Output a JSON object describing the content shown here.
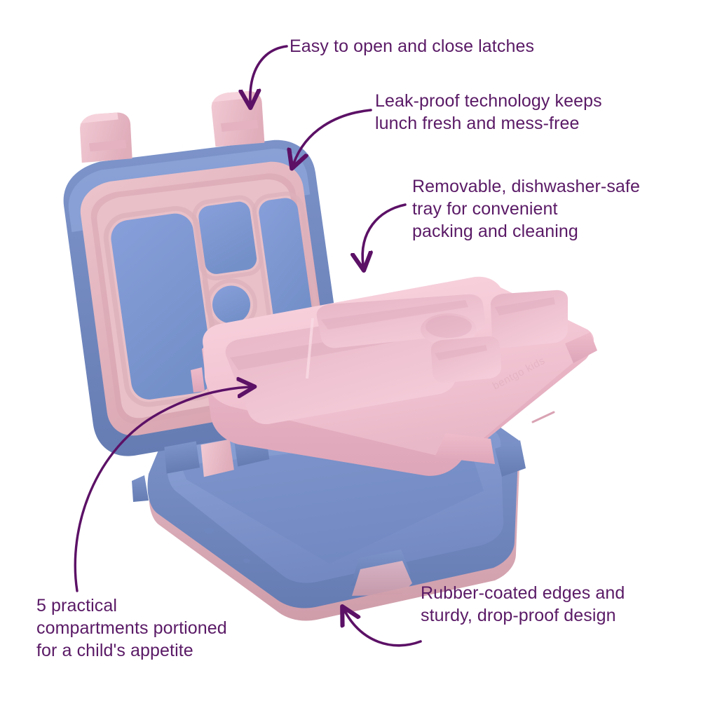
{
  "image": {
    "kind": "product-infographic",
    "product": "kids bento lunch box",
    "brand_emboss": "bentgo kids",
    "background_color": "#ffffff"
  },
  "palette": {
    "text_purple": "#5a1a66",
    "arrow_purple": "#5c1166",
    "tray_pink": "#f4c8d6",
    "tray_pink_dark": "#e3afc0",
    "gasket_pink": "#e7bcc4",
    "gasket_pink_dark": "#d5a3ad",
    "shell_blue": "#7c95cc",
    "shell_blue_dark": "#6f86bb",
    "recess_blue": "#7e9bd4",
    "rim_pink": "#ddb0bd"
  },
  "callouts": [
    {
      "id": "latches",
      "text": "Easy to open and close latches",
      "align": "left",
      "points_to": "lid-latch-right"
    },
    {
      "id": "leakproof",
      "text": "Leak-proof technology keeps\nlunch fresh and mess-free",
      "align": "left",
      "points_to": "lid-gasket-seal"
    },
    {
      "id": "tray",
      "text": "Removable, dishwasher-safe\ntray for convenient\npacking and cleaning",
      "align": "left",
      "points_to": "removable-tray"
    },
    {
      "id": "compartments",
      "text": "5 practical\ncompartments portioned\nfor a child's appetite",
      "align": "left",
      "points_to": "tray-main-compartment"
    },
    {
      "id": "rubber",
      "text": "Rubber-coated edges and\nsturdy, drop-proof design",
      "align": "left",
      "points_to": "base-rubber-rim"
    }
  ],
  "product_parts": {
    "lid": {
      "name": "hinged lid",
      "shell_color": "#7c95cc",
      "gasket_color": "#e7bcc4",
      "latch_count": 2,
      "latch_color": "#eec3cd",
      "imprint_count": 5
    },
    "tray": {
      "name": "removable tray",
      "color": "#f4c8d6",
      "compartment_count": 5,
      "compartments": [
        {
          "id": "main-large",
          "shape": "rounded-rect",
          "size": "large"
        },
        {
          "id": "top-long",
          "shape": "rounded-rect",
          "size": "medium"
        },
        {
          "id": "round-dip",
          "shape": "oval",
          "size": "small"
        },
        {
          "id": "right-upper",
          "shape": "rounded-rect",
          "size": "medium"
        },
        {
          "id": "right-lower",
          "shape": "rounded-rect",
          "size": "small"
        }
      ]
    },
    "base": {
      "name": "outer base container",
      "color": "#7c95cc",
      "rim_color": "#ddb0bd",
      "rim_description": "rubber-coated edge"
    }
  }
}
